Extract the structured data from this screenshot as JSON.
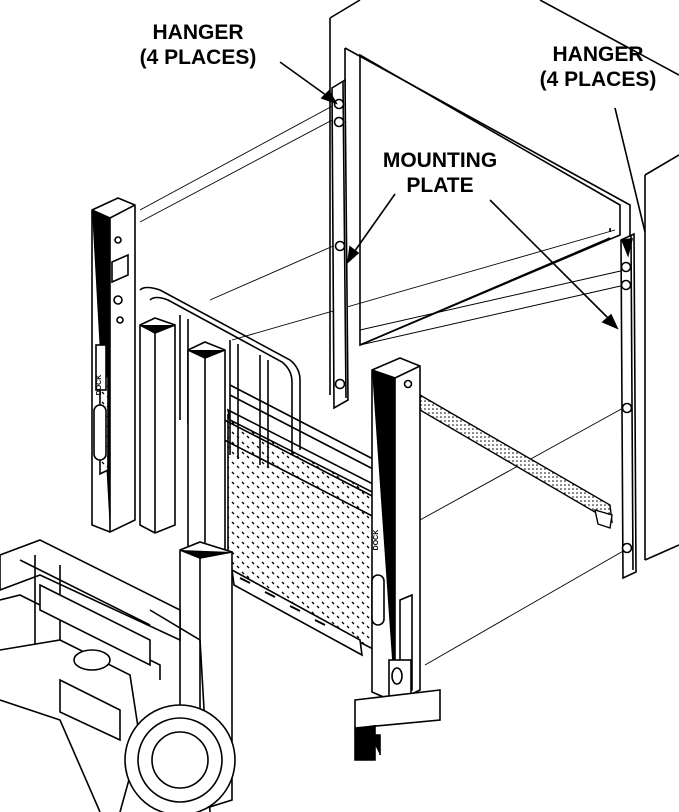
{
  "callouts": {
    "hanger_left": {
      "line1": "HANGER",
      "line2": "(4 PLACES)"
    },
    "hanger_right": {
      "line1": "HANGER",
      "line2": "(4 PLACES)"
    },
    "mounting_plate": {
      "line1": "MOUNTING",
      "line2": "PLATE"
    }
  },
  "lift": {
    "column_label_left": "DOCK",
    "column_label_right": "DOCK"
  },
  "colors": {
    "line": "#000000",
    "background": "#ffffff",
    "panel_shade": "#cfcfcf"
  }
}
